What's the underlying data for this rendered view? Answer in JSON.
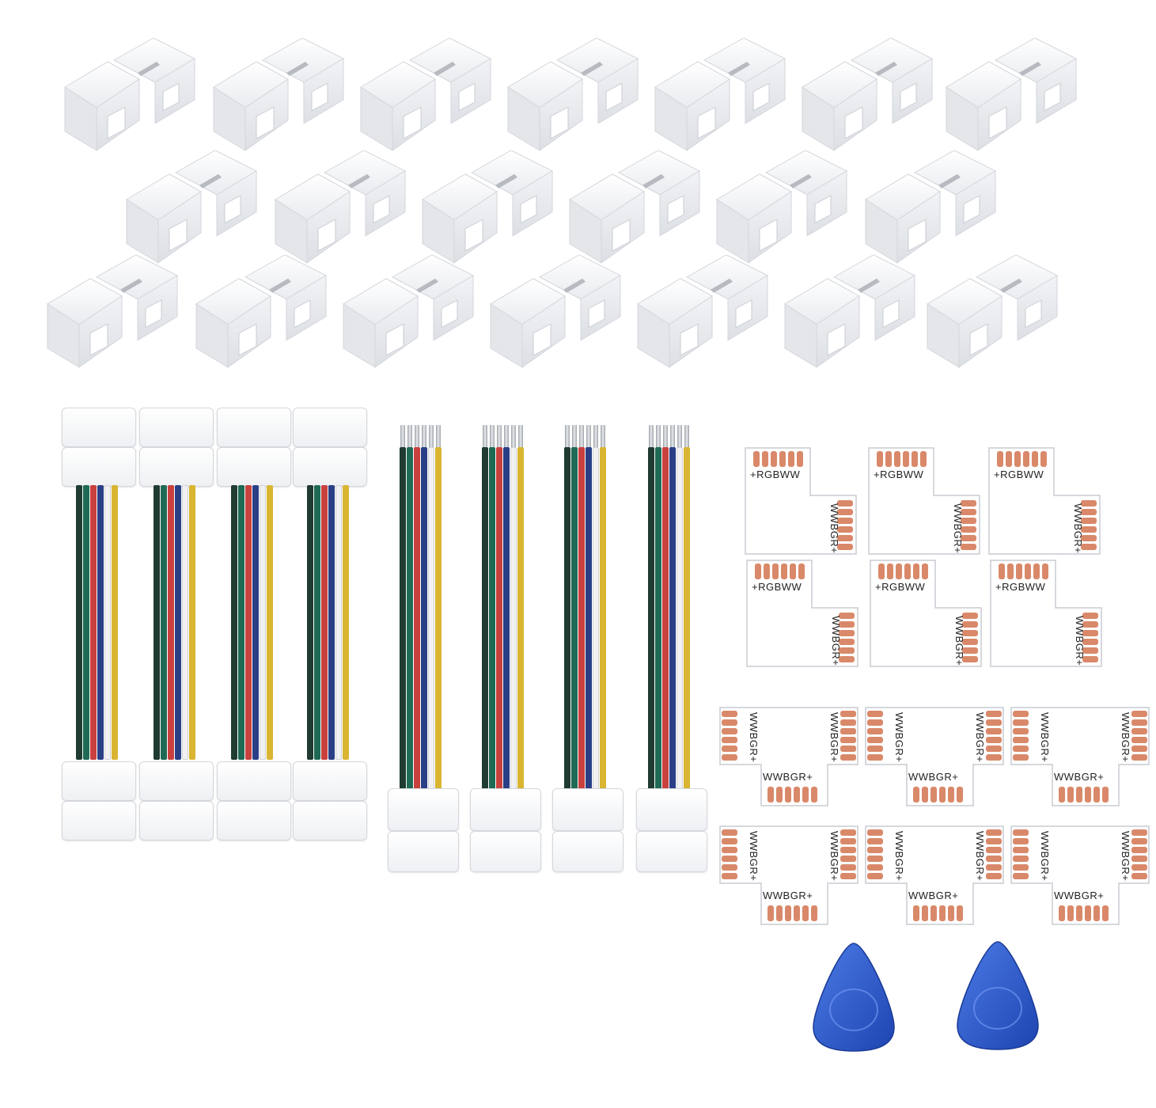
{
  "product": {
    "clips": {
      "count": 20,
      "color": "#f4f5f7"
    },
    "cables": {
      "plug_both_ends": {
        "count": 4,
        "wire_colors": [
          "#1f3b32",
          "#1f6a55",
          "#c9413e",
          "#2a3f86",
          "#f1f1f1",
          "#d9b531"
        ]
      },
      "plug_one_end_pins": {
        "count": 4,
        "wire_colors": [
          "#1f3b32",
          "#1f6a55",
          "#c9413e",
          "#2a3f86",
          "#f1f1f1",
          "#d9b531"
        ]
      }
    },
    "l_boards": {
      "count": 6,
      "label_top": "+RGBWW",
      "label_side": "WWBGR+"
    },
    "t_boards": {
      "count": 6,
      "label_left": "WWBGR+",
      "label_right": "WWBGR+",
      "label_bottom": "WWBGR+"
    },
    "picks": {
      "count": 2,
      "color": "#2f5fd0"
    },
    "pad_color": "#d9896a"
  }
}
